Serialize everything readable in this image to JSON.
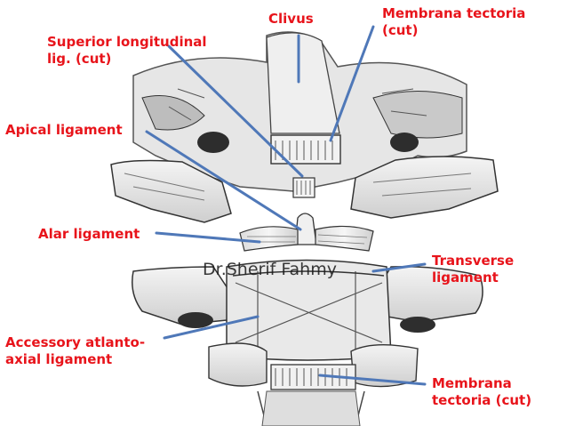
{
  "labels": {
    "clivus": "Clivus",
    "membrana_tectoria_top": "Membrana tectoria\n(cut)",
    "superior_longitudinal": "Superior longitudinal\nlig. (cut)",
    "apical_ligament": "Apical ligament",
    "alar_ligament": "Alar ligament",
    "transverse_ligament": "Transverse\nligament",
    "accessory_atlanto_axial": "Accessory atlanto-\naxial ligament",
    "membrana_tectoria_bottom": "Membrana\ntectoria (cut)"
  },
  "watermark": "Dr.Sherif Fahmy",
  "colors": {
    "label": "#e8141b",
    "pointer": "#4f78b8",
    "bone_light": "#ececec",
    "bone_dark": "#4a4a4a"
  }
}
